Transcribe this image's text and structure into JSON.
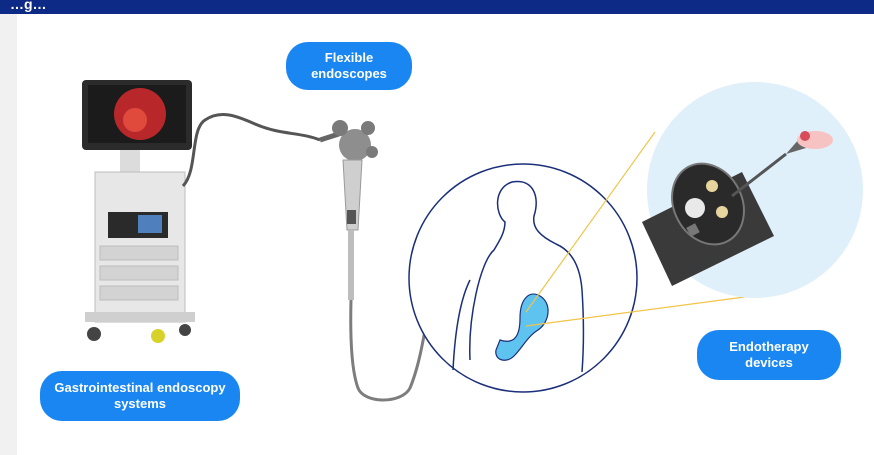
{
  "header": {
    "title_fragment": "…g…"
  },
  "labels": {
    "flexible_endoscopes": "Flexible endoscopes",
    "gi_systems": "Gastrointestinal endoscopy systems",
    "endotherapy": "Endotherapy devices"
  },
  "colors": {
    "header": "#0d2a86",
    "pill": "#1a86f2",
    "outline": "#1b2f7a",
    "stomach": "#5fc3f0",
    "zoom_fill": "#dff0fa",
    "beam": "#f1c44a"
  },
  "icons": [
    "endoscopy-tower",
    "endoscope",
    "torso-silhouette",
    "stomach",
    "scope-tip-zoom"
  ]
}
